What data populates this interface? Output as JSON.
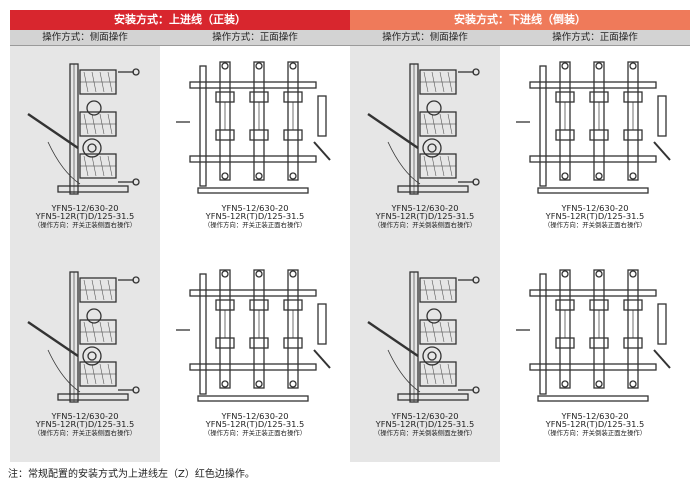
{
  "left": {
    "header": "安装方式：上进线（正装）",
    "side_label": "操作方式：侧面操作",
    "front_label": "操作方式：正面操作",
    "cells": {
      "side_top": {
        "model1": "YFN5-12/630-20",
        "model2": "YFN5-12R(T)D/125-31.5",
        "direction": "（操作方向：开关正装侧面右操作）"
      },
      "front_top": {
        "model1": "YFN5-12/630-20",
        "model2": "YFN5-12R(T)D/125-31.5",
        "direction": "（操作方向：开关正装正面右操作）"
      },
      "side_bot": {
        "model1": "YFN5-12/630-20",
        "model2": "YFN5-12R(T)D/125-31.5",
        "direction": "（操作方向：开关正装侧面右操作）"
      },
      "front_bot": {
        "model1": "YFN5-12/630-20",
        "model2": "YFN5-12R(T)D/125-31.5",
        "direction": "（操作方向：开关正装正面右操作）"
      }
    }
  },
  "right": {
    "header": "安装方式：下进线（倒装）",
    "side_label": "操作方式：侧面操作",
    "front_label": "操作方式：正面操作",
    "cells": {
      "side_top": {
        "model1": "YFN5-12/630-20",
        "model2": "YFN5-12R(T)D/125-31.5",
        "direction": "（操作方向：开关倒装侧面右操作）"
      },
      "front_top": {
        "model1": "YFN5-12/630-20",
        "model2": "YFN5-12R(T)D/125-31.5",
        "direction": "（操作方向：开关倒装正面右操作）"
      },
      "side_bot": {
        "model1": "YFN5-12/630-20",
        "model2": "YFN5-12R(T)D/125-31.5",
        "direction": "（操作方向：开关倒装侧面左操作）"
      },
      "front_bot": {
        "model1": "YFN5-12/630-20",
        "model2": "YFN5-12R(T)D/125-31.5",
        "direction": "（操作方向：开关倒装正面左操作）"
      }
    }
  },
  "note": "注：常规配置的安装方式为上进线左（Z）红色边操作。",
  "colors": {
    "left_header": "#d8262e",
    "right_header": "#ef7a5a",
    "subheader": "#d3d3d3",
    "side_column_bg": "#e6e6e6"
  }
}
